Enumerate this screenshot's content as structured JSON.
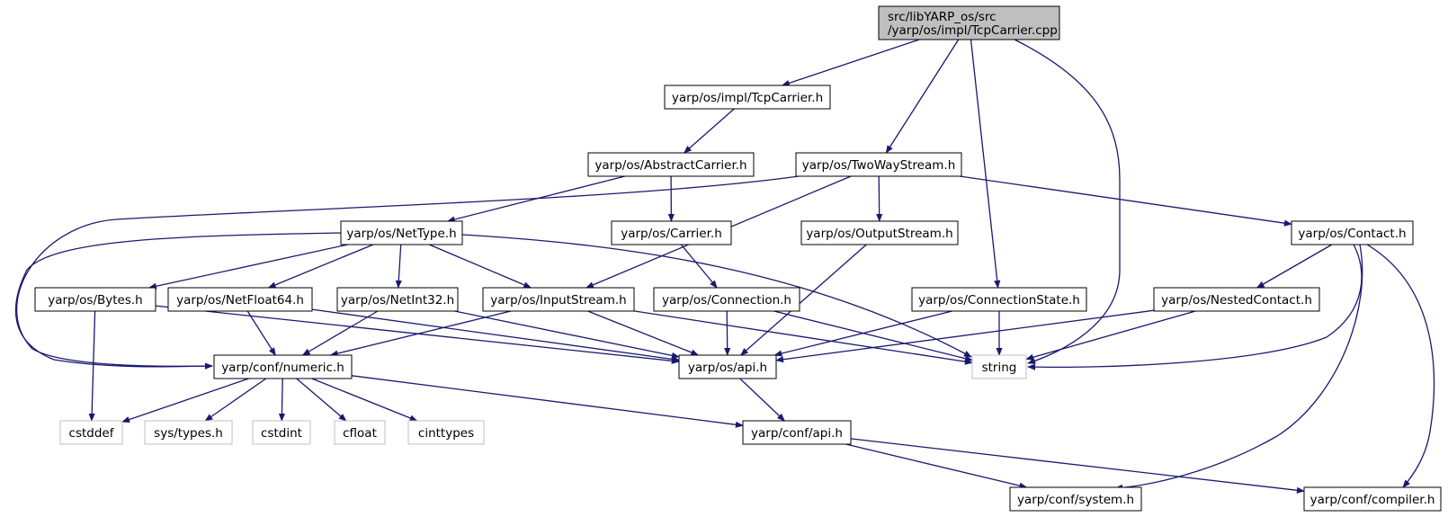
{
  "colors": {
    "edge": "#191970",
    "node_border": "#000000",
    "node_fill": "#ffffff",
    "root_fill": "#bfbfbf",
    "system_border": "#bfbfbf",
    "system_text": "#000000"
  },
  "nodes": {
    "root": {
      "lines": [
        "src/libYARP_os/src",
        "/yarp/os/impl/TcpCarrier.cpp"
      ],
      "kind": "root"
    },
    "impl_tcpcarrier": {
      "lines": [
        "yarp/os/impl/TcpCarrier.h"
      ],
      "kind": "header"
    },
    "abstractcarrier": {
      "lines": [
        "yarp/os/AbstractCarrier.h"
      ],
      "kind": "header"
    },
    "twowaystream": {
      "lines": [
        "yarp/os/TwoWayStream.h"
      ],
      "kind": "header"
    },
    "nettype": {
      "lines": [
        "yarp/os/NetType.h"
      ],
      "kind": "header"
    },
    "carrier": {
      "lines": [
        "yarp/os/Carrier.h"
      ],
      "kind": "header"
    },
    "outputstream": {
      "lines": [
        "yarp/os/OutputStream.h"
      ],
      "kind": "header"
    },
    "contact": {
      "lines": [
        "yarp/os/Contact.h"
      ],
      "kind": "header"
    },
    "bytes": {
      "lines": [
        "yarp/os/Bytes.h"
      ],
      "kind": "header"
    },
    "netfloat64": {
      "lines": [
        "yarp/os/NetFloat64.h"
      ],
      "kind": "header"
    },
    "netint32": {
      "lines": [
        "yarp/os/NetInt32.h"
      ],
      "kind": "header"
    },
    "inputstream": {
      "lines": [
        "yarp/os/InputStream.h"
      ],
      "kind": "header"
    },
    "connection": {
      "lines": [
        "yarp/os/Connection.h"
      ],
      "kind": "header"
    },
    "connectionstate": {
      "lines": [
        "yarp/os/ConnectionState.h"
      ],
      "kind": "header"
    },
    "nestedcontact": {
      "lines": [
        "yarp/os/NestedContact.h"
      ],
      "kind": "header"
    },
    "numeric": {
      "lines": [
        "yarp/conf/numeric.h"
      ],
      "kind": "header"
    },
    "os_api": {
      "lines": [
        "yarp/os/api.h"
      ],
      "kind": "header"
    },
    "string": {
      "lines": [
        "string"
      ],
      "kind": "system"
    },
    "cstddef": {
      "lines": [
        "cstddef"
      ],
      "kind": "system"
    },
    "systypes": {
      "lines": [
        "sys/types.h"
      ],
      "kind": "system"
    },
    "cstdint": {
      "lines": [
        "cstdint"
      ],
      "kind": "system"
    },
    "cfloat": {
      "lines": [
        "cfloat"
      ],
      "kind": "system"
    },
    "cinttypes": {
      "lines": [
        "cinttypes"
      ],
      "kind": "system"
    },
    "conf_api": {
      "lines": [
        "yarp/conf/api.h"
      ],
      "kind": "header"
    },
    "conf_system": {
      "lines": [
        "yarp/conf/system.h"
      ],
      "kind": "header"
    },
    "conf_compiler": {
      "lines": [
        "yarp/conf/compiler.h"
      ],
      "kind": "header"
    }
  },
  "edges": [
    [
      "root",
      "impl_tcpcarrier"
    ],
    [
      "root",
      "twowaystream"
    ],
    [
      "root",
      "connectionstate"
    ],
    [
      "root",
      "string"
    ],
    [
      "impl_tcpcarrier",
      "abstractcarrier"
    ],
    [
      "abstractcarrier",
      "nettype"
    ],
    [
      "abstractcarrier",
      "carrier"
    ],
    [
      "twowaystream",
      "numeric"
    ],
    [
      "twowaystream",
      "inputstream"
    ],
    [
      "twowaystream",
      "outputstream"
    ],
    [
      "twowaystream",
      "contact"
    ],
    [
      "nettype",
      "numeric"
    ],
    [
      "nettype",
      "bytes"
    ],
    [
      "nettype",
      "netfloat64"
    ],
    [
      "nettype",
      "netint32"
    ],
    [
      "nettype",
      "inputstream"
    ],
    [
      "nettype",
      "string"
    ],
    [
      "carrier",
      "connection"
    ],
    [
      "outputstream",
      "os_api"
    ],
    [
      "contact",
      "nestedcontact"
    ],
    [
      "contact",
      "string"
    ],
    [
      "contact",
      "conf_system"
    ],
    [
      "contact",
      "conf_compiler"
    ],
    [
      "bytes",
      "cstddef"
    ],
    [
      "bytes",
      "os_api"
    ],
    [
      "netfloat64",
      "numeric"
    ],
    [
      "netfloat64",
      "os_api"
    ],
    [
      "netint32",
      "numeric"
    ],
    [
      "netint32",
      "os_api"
    ],
    [
      "inputstream",
      "numeric"
    ],
    [
      "inputstream",
      "os_api"
    ],
    [
      "inputstream",
      "string"
    ],
    [
      "connection",
      "os_api"
    ],
    [
      "connection",
      "string"
    ],
    [
      "connectionstate",
      "os_api"
    ],
    [
      "connectionstate",
      "string"
    ],
    [
      "nestedcontact",
      "os_api"
    ],
    [
      "nestedcontact",
      "string"
    ],
    [
      "numeric",
      "cstddef"
    ],
    [
      "numeric",
      "systypes"
    ],
    [
      "numeric",
      "cstdint"
    ],
    [
      "numeric",
      "cfloat"
    ],
    [
      "numeric",
      "cinttypes"
    ],
    [
      "numeric",
      "conf_api"
    ],
    [
      "os_api",
      "conf_api"
    ],
    [
      "conf_api",
      "conf_system"
    ],
    [
      "conf_api",
      "conf_compiler"
    ]
  ]
}
